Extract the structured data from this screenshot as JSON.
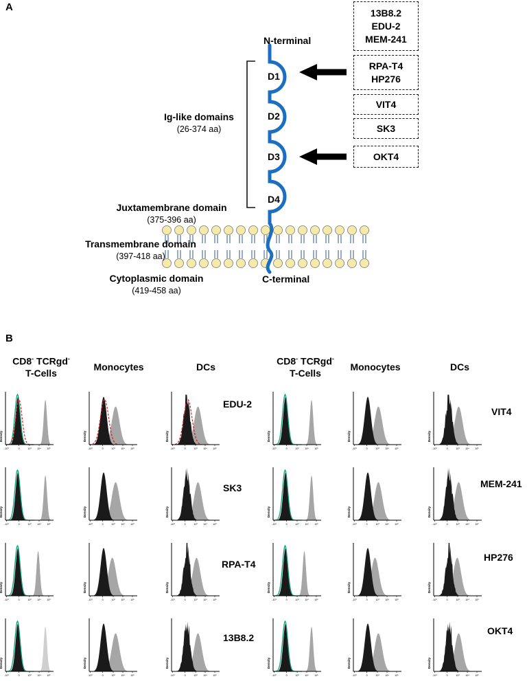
{
  "panelA": {
    "letter": "A",
    "n_terminal": "N-terminal",
    "c_terminal": "C-terminal",
    "domains": [
      "D1",
      "D2",
      "D3",
      "D4"
    ],
    "ig_like": {
      "title": "Ig-like domains",
      "range": "(26-374 aa)"
    },
    "juxtamembrane": {
      "title": "Juxtamembrane domain",
      "range": "(375-396 aa)"
    },
    "transmembrane": {
      "title": "Transmembrane domain",
      "range": "(397-418 aa)"
    },
    "cytoplasmic": {
      "title": "Cytoplasmic domain",
      "range": "(419-458 aa)"
    },
    "antibody_boxes": [
      {
        "lines": [
          "13B8.2",
          "EDU-2",
          "MEM-241"
        ]
      },
      {
        "lines": [
          "RPA-T4",
          "HP276"
        ]
      },
      {
        "lines": [
          "VIT4"
        ]
      },
      {
        "lines": [
          "SK3"
        ]
      },
      {
        "lines": [
          "OKT4"
        ]
      }
    ],
    "colors": {
      "chain": "#1c6fc0",
      "lipid_head": "#f6eaaa",
      "lipid_tail": "#7d98b4"
    }
  },
  "panelB": {
    "letter": "B",
    "groups": [
      {
        "columns": [
          {
            "line1": "CD8",
            "sup1": "-",
            "mid": " TCRgd",
            "sup2": "-",
            "line2": "T-Cells"
          },
          {
            "line1": "Monocytes"
          },
          {
            "line1": "DCs"
          }
        ],
        "rows": [
          "EDU-2",
          "SK3",
          "RPA-T4",
          "13B8.2"
        ]
      },
      {
        "columns": [
          {
            "line1": "CD8",
            "sup1": "-",
            "mid": " TCRgd",
            "sup2": "-",
            "line2": "T-Cells"
          },
          {
            "line1": "Monocytes"
          },
          {
            "line1": "DCs"
          }
        ],
        "rows": [
          "VIT4",
          "MEM-241",
          "HP276",
          "OKT4"
        ]
      }
    ],
    "y_axis_label": "Density",
    "x_ticks": [
      "-10³",
      "0",
      "10³",
      "10⁴",
      "10⁵"
    ],
    "colors": {
      "negative": "#1a1a1a",
      "positive": "#a6a6a6",
      "isotype": "#d62020",
      "control": "#12a07a"
    }
  }
}
